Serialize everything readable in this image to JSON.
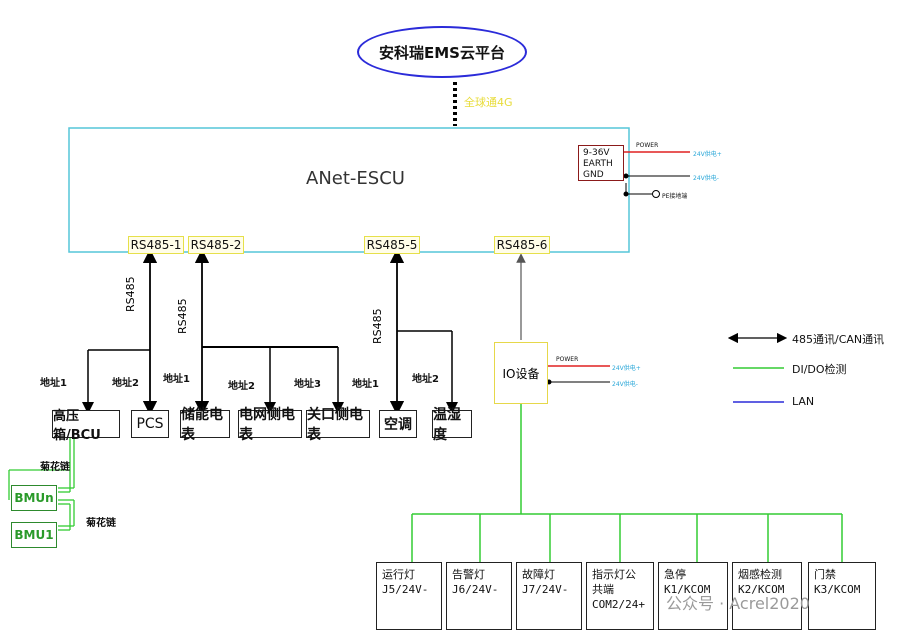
{
  "cloud_label": "安科瑞EMS云平台",
  "uplink_label": "全球通4G",
  "controller": {
    "title": "ANet-ESCU",
    "power_box": [
      "9-36V",
      "EARTH",
      "GND"
    ],
    "power_label": "POWER",
    "v_plus": "24V供电+",
    "v_minus": "24V供电-",
    "pe_label": "PE接地端",
    "ports": [
      "RS485-1",
      "RS485-2",
      "RS485-5",
      "RS485-6"
    ]
  },
  "bus_labels": [
    "RS485",
    "RS485",
    "RS485"
  ],
  "address_labels": [
    "地址1",
    "地址2",
    "地址1",
    "地址2",
    "地址3",
    "地址1",
    "地址2"
  ],
  "devices": [
    "高压箱/BCU",
    "PCS",
    "储能电表",
    "电网侧电表",
    "关口侧电表",
    "空调",
    "温湿度"
  ],
  "daisy_chain_labels": [
    "菊花链",
    "菊花链"
  ],
  "bmus": [
    "BMUn",
    "BMU1"
  ],
  "io_device": {
    "label": "IO设备",
    "power_label": "POWER",
    "v_plus": "24V供电+",
    "v_minus": "24V供电-"
  },
  "outputs": [
    {
      "line1": "运行灯",
      "line2": "J5/24V-",
      "line3": ""
    },
    {
      "line1": "告警灯",
      "line2": "J6/24V-",
      "line3": ""
    },
    {
      "line1": "故障灯",
      "line2": "J7/24V-",
      "line3": ""
    },
    {
      "line1": "指示灯公",
      "line2": "共端",
      "line3": "COM2/24+"
    },
    {
      "line1": "急停",
      "line2": "K1/KCOM",
      "line3": ""
    },
    {
      "line1": "烟感检测",
      "line2": "K2/KCOM",
      "line3": ""
    },
    {
      "line1": "门禁",
      "line2": "K3/KCOM",
      "line3": ""
    }
  ],
  "legend": [
    {
      "label": "485通讯/CAN通讯",
      "color": "#000000"
    },
    {
      "label": "DI/DO检测",
      "color": "#33cc33"
    },
    {
      "label": "LAN",
      "color": "#2b2bd9"
    }
  ],
  "watermark": "公众号 · Acrel2020",
  "colors": {
    "controller_border": "#55c6d9",
    "green": "#33cc33",
    "blue": "#2b2bd9",
    "red": "#e02020",
    "port_border": "#e6e04a"
  }
}
